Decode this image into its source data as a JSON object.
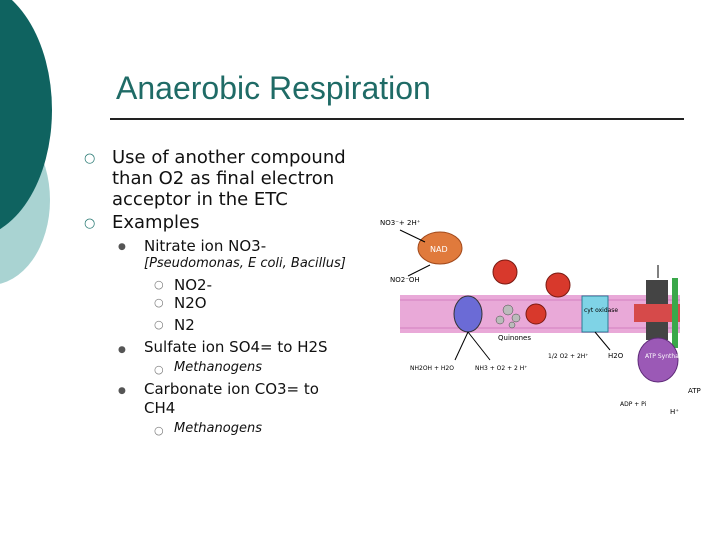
{
  "slide": {
    "title": "Anaerobic Respiration",
    "bullets": {
      "b1": "Use of another compound",
      "b1_line2": "than O2 as final electron",
      "b1_line3": "acceptor in the ETC",
      "b2": "Examples",
      "nitrate": "Nitrate ion NO3-",
      "nitrate_note": "[Pseudomonas, E coli, Bacillus]",
      "no2": "NO2-",
      "n2o": "N2O",
      "n2": "N2",
      "sulfate": "Sulfate ion SO4=  to H2S",
      "sulfate_org": "Methanogens",
      "carbonate": "Carbonate ion CO3= to",
      "carbonate_line2": "CH4",
      "carbonate_org": "Methanogens"
    }
  },
  "diagram": {
    "labels": {
      "no3": "NO3⁻+ 2H⁺",
      "nad": "NAD",
      "no2h": "NO2⁻OH",
      "bottom_left": "NH2OH + H2O",
      "bottom_mid": "NH3 + O2 + 2 H⁺",
      "quinones": "Quinones",
      "half_o2": "1/2 O2 + 2H⁺",
      "h2o": "H2O",
      "cyt": "cyt oxidase",
      "atp_synthase": "ATP Synthase",
      "adp": "ADP + Pi",
      "atp": "ATP",
      "h_plus": "H⁺"
    },
    "colors": {
      "membrane": "#e9a9d8",
      "nad": "#e07a3c",
      "cyt": "#7fd3e6",
      "synthase": "#9b59b6"
    }
  }
}
